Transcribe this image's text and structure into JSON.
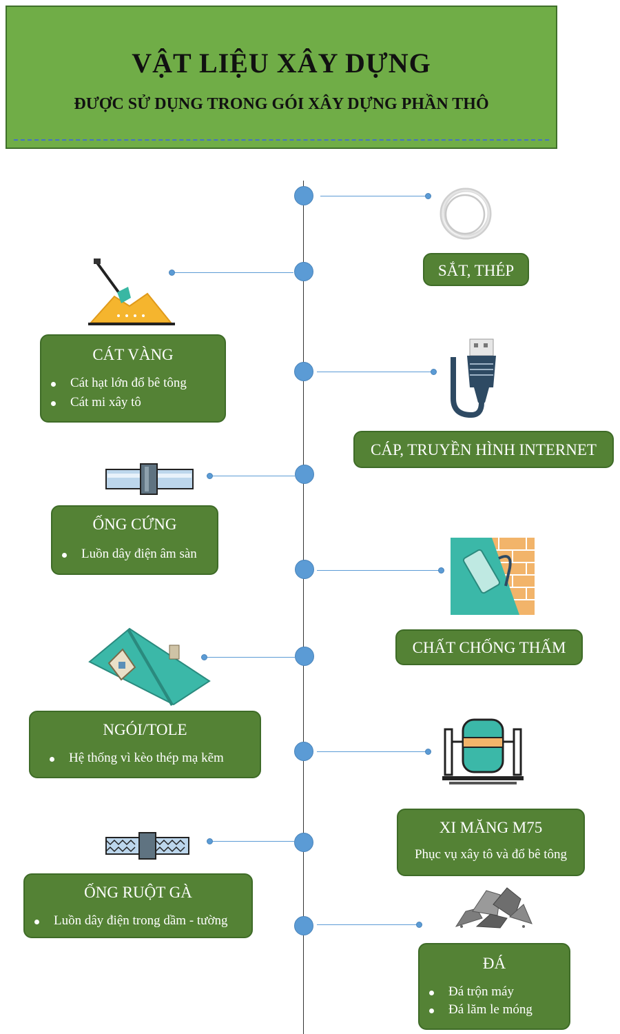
{
  "header": {
    "title": "VẬT LIỆU XÂY DỰNG",
    "subtitle": "ĐƯỢC SỬ DỤNG TRONG GÓI XÂY DỰNG PHẦN THÔ"
  },
  "colors": {
    "header_bg": "#70ad47",
    "card_bg": "#548235",
    "node": "#5b9bd5"
  },
  "items": [
    {
      "title": "SẮT, THÉP",
      "icon": "steel-wire-coil-icon",
      "bullets": []
    },
    {
      "title": "CÁT VÀNG",
      "icon": "sand-shovel-icon",
      "bullets": [
        "Cát hạt lớn đổ bê tông",
        "Cát mi xây tô"
      ]
    },
    {
      "title": "CÁP, TRUYỀN HÌNH INTERNET",
      "icon": "usb-cable-icon",
      "bullets": []
    },
    {
      "title": "ỐNG CỨNG",
      "icon": "rigid-pipe-icon",
      "bullets": [
        "Luồn dây điện âm sàn"
      ]
    },
    {
      "title": "CHẤT CHỐNG THẤM",
      "icon": "waterproof-roller-icon",
      "bullets": []
    },
    {
      "title": "NGÓI/TOLE",
      "icon": "house-roof-icon",
      "bullets": [
        "Hệ thống vì kèo thép mạ kẽm"
      ]
    },
    {
      "title": "XI MĂNG M75",
      "icon": "cement-mixer-icon",
      "text": "Phục vụ xây tô và đổ bê tông"
    },
    {
      "title": "ỐNG RUỘT GÀ",
      "icon": "corrugated-pipe-icon",
      "bullets": [
        "Luồn dây điện trong dầm - tường"
      ]
    },
    {
      "title": "ĐÁ",
      "icon": "stone-pile-icon",
      "bullets": [
        "Đá trộn máy",
        "Đá lăm le móng"
      ]
    }
  ]
}
